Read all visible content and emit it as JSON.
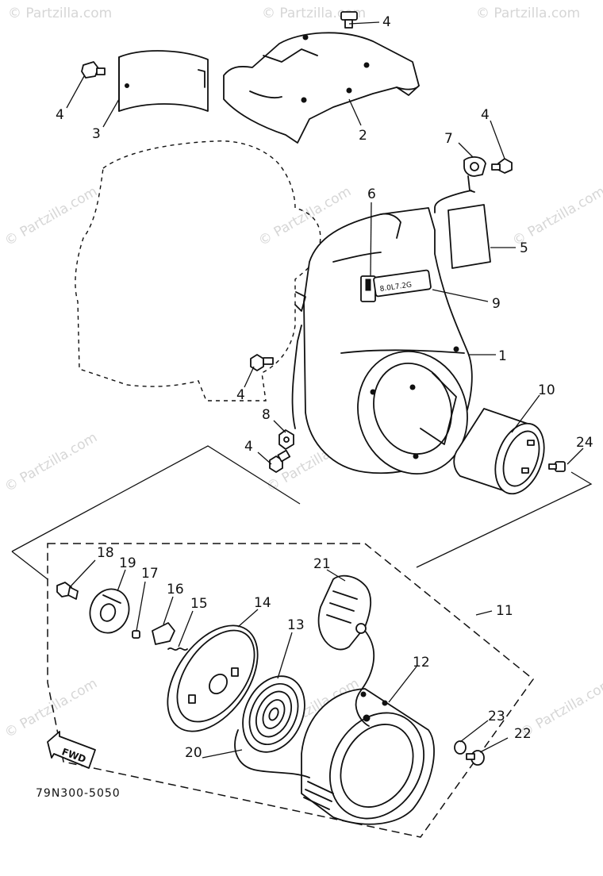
{
  "watermark": "© Partzilla.com",
  "diagram_code": "79N300-5050",
  "fwd_label": "FWD",
  "decal_text": "8.0L7.2G",
  "callouts": {
    "c1": "1",
    "c2": "2",
    "c3": "3",
    "c4a": "4",
    "c4b": "4",
    "c4c": "4",
    "c4d": "4",
    "c4e": "4",
    "c5": "5",
    "c6": "6",
    "c7": "7",
    "c8": "8",
    "c9": "9",
    "c10": "10",
    "c11": "11",
    "c12": "12",
    "c13": "13",
    "c14": "14",
    "c15": "15",
    "c16": "16",
    "c17": "17",
    "c18": "18",
    "c19": "19",
    "c20": "20",
    "c21": "21",
    "c22": "22",
    "c23": "23",
    "c24": "24"
  }
}
